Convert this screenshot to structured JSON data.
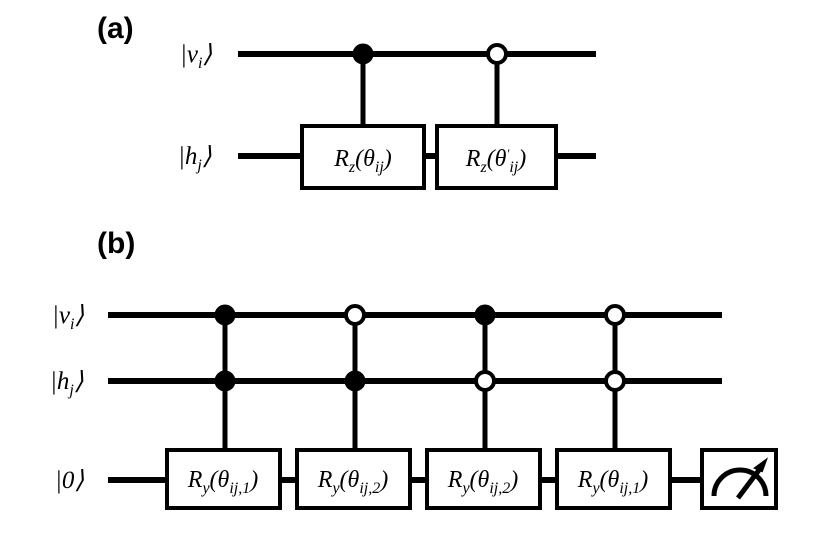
{
  "figure": {
    "background_color": "#ffffff",
    "ink_color": "#000000"
  },
  "panels": [
    {
      "id": "panel-a",
      "label": "(a)",
      "wires": [
        {
          "id": "wire-v",
          "label": "|v",
          "sub": "i",
          "ket_close": "⟩"
        },
        {
          "id": "wire-h",
          "label": "|h",
          "sub": "j",
          "ket_close": "⟩"
        }
      ],
      "gates": [
        {
          "id": "gate-a-rz-1",
          "name": "R",
          "axis": "z",
          "arg_open": "(θ",
          "arg_sub": "ij",
          "arg_prime": "",
          "arg_close": ")",
          "text": "R_z(θ_ij)",
          "control": {
            "wire": "wire-v",
            "type": "filled"
          }
        },
        {
          "id": "gate-a-rz-2",
          "name": "R",
          "axis": "z",
          "arg_open": "(θ",
          "arg_sub": "ij",
          "arg_prime": "′",
          "arg_close": ")",
          "text": "R_z(θ'_ij)",
          "control": {
            "wire": "wire-v",
            "type": "open"
          }
        }
      ]
    },
    {
      "id": "panel-b",
      "label": "(b)",
      "wires": [
        {
          "id": "wire-v",
          "label": "|v",
          "sub": "i",
          "ket_close": "⟩"
        },
        {
          "id": "wire-h",
          "label": "|h",
          "sub": "j",
          "ket_close": "⟩"
        },
        {
          "id": "wire-anc",
          "label": "|0",
          "sub": "",
          "ket_close": "⟩"
        }
      ],
      "gates": [
        {
          "id": "gate-b-ry-1",
          "name": "R",
          "axis": "y",
          "arg_open": "(θ",
          "arg_sub": "ij,1",
          "arg_close": ")",
          "text": "R_y(θ_ij,1)",
          "controls": [
            {
              "wire": "wire-v",
              "type": "filled"
            },
            {
              "wire": "wire-h",
              "type": "filled"
            }
          ]
        },
        {
          "id": "gate-b-ry-2",
          "name": "R",
          "axis": "y",
          "arg_open": "(θ",
          "arg_sub": "ij,2",
          "arg_close": ")",
          "text": "R_y(θ_ij,2)",
          "controls": [
            {
              "wire": "wire-v",
              "type": "open"
            },
            {
              "wire": "wire-h",
              "type": "filled"
            }
          ]
        },
        {
          "id": "gate-b-ry-3",
          "name": "R",
          "axis": "y",
          "arg_open": "(θ",
          "arg_sub": "ij,2",
          "arg_close": ")",
          "text": "R_y(θ_ij,2)",
          "controls": [
            {
              "wire": "wire-v",
              "type": "filled"
            },
            {
              "wire": "wire-h",
              "type": "open"
            }
          ]
        },
        {
          "id": "gate-b-ry-4",
          "name": "R",
          "axis": "y",
          "arg_open": "(θ",
          "arg_sub": "ij,1",
          "arg_close": ")",
          "text": "R_y(θ_ij,1)",
          "controls": [
            {
              "wire": "wire-v",
              "type": "open"
            },
            {
              "wire": "wire-h",
              "type": "open"
            }
          ]
        },
        {
          "id": "gate-b-measure",
          "name": "measurement",
          "text": "measure",
          "controls": []
        }
      ]
    }
  ]
}
